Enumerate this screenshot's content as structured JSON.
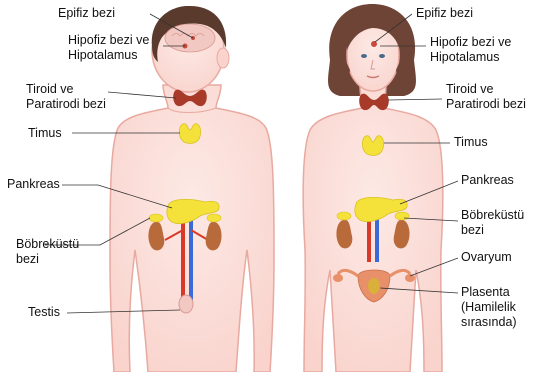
{
  "figure": {
    "labels": {
      "epifiz_m": "Epifiz bezi",
      "hipofiz_m": [
        "Hipofiz bezi ve",
        "Hipotalamus"
      ],
      "tiroid_m": [
        "Tiroid ve",
        "Paratirodi bezi"
      ],
      "timus_m": "Timus",
      "pankreas_m": "Pankreas",
      "bobrekustu_m": [
        "Böbreküstü",
        "bezi"
      ],
      "testis_m": "Testis",
      "epifiz_f": "Epifiz bezi",
      "hipofiz_f": [
        "Hipofiz bezi ve",
        "Hipotalamus"
      ],
      "tiroid_f": [
        "Tiroid ve",
        "Paratirodi bezi"
      ],
      "timus_f": "Timus",
      "pankreas_f": "Pankreas",
      "bobrekustu_f": [
        "Böbreküstü",
        "bezi"
      ],
      "ovaryum_f": "Ovaryum",
      "plasenta_f": [
        "Plasenta",
        "(Hamilelik",
        "sırasında)"
      ]
    },
    "colors": {
      "skin": "#fbe1dc",
      "outline": "#e8a9a0",
      "hair_male": "#5a3a2c",
      "hair_female": "#6e4436",
      "gland_yellow": "#f4e23a",
      "thyroid": "#a83a2a",
      "kidney": "#b86a3a",
      "artery": "#d83a2a",
      "vein": "#3a6ad8",
      "uterus": "#e8906a",
      "leader": "#333333"
    }
  }
}
